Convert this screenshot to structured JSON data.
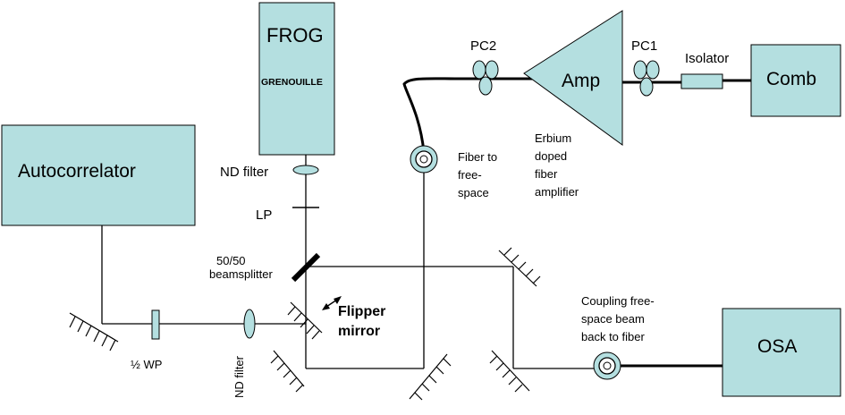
{
  "colors": {
    "component_fill": "#b4dfe0",
    "line": "#000000"
  },
  "labels": {
    "frog": "FROG",
    "grenouille": "GRENOUILLE",
    "autocorrelator": "Autocorrelator",
    "comb": "Comb",
    "amp": "Amp",
    "osa": "OSA",
    "pc2": "PC2",
    "pc1": "PC1",
    "isolator": "Isolator",
    "nd_filter_top": "ND filter",
    "lp": "LP",
    "beamsplitter": [
      "50/50",
      "beamsplitter"
    ],
    "flipper_mirror": [
      "Flipper",
      "mirror"
    ],
    "fiber_to_free_space": [
      "Fiber to",
      "free-",
      "space"
    ],
    "erbium_amp": [
      "Erbium",
      "doped",
      "fiber",
      "amplifier"
    ],
    "half_wp": "½ WP",
    "nd_filter_bottom": "ND filter",
    "coupling": [
      "Coupling free-",
      "space beam",
      "back to fiber"
    ]
  }
}
